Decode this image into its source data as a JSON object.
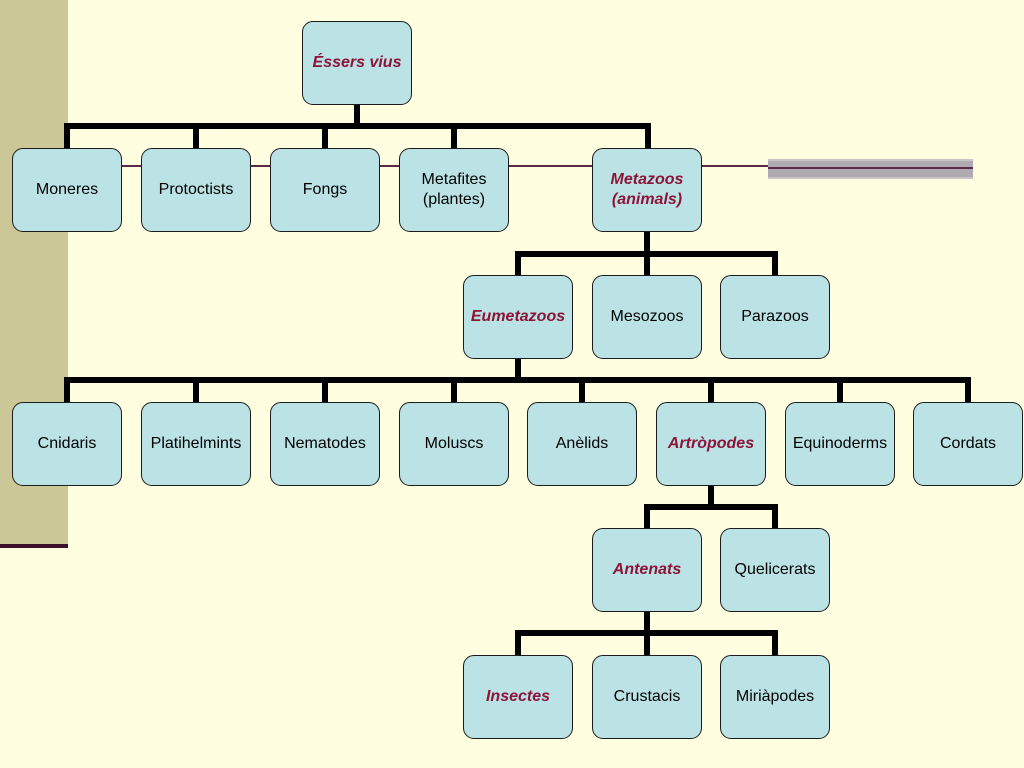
{
  "colors": {
    "background": "#FFFEE0",
    "side_band": "#CCC796",
    "node_fill": "#BBE3E6",
    "connector": "#000000",
    "highlight_text": "#8C1438"
  },
  "nodes": {
    "root": "Éssers vius",
    "moneres": "Moneres",
    "protoctists": "Protoctists",
    "fongs": "Fongs",
    "metafites": "Metafites\n(plantes)",
    "metazoos": "Metazoos\n(animals)",
    "eumetazoos": "Eumetazoos",
    "mesozoos": "Mesozoos",
    "parazoos": "Parazoos",
    "cnidaris": "Cnidaris",
    "platihelmints": "Platihelmints",
    "nematodes": "Nematodes",
    "moluscs": "Moluscs",
    "anelids": "Anèlids",
    "artropodes": "Artròpodes",
    "equinoderms": "Equinoderms",
    "cordats": "Cordats",
    "antenats": "Antenats",
    "quelicerats": "Quelicerats",
    "insectes": "Insectes",
    "crustacis": "Crustacis",
    "miriapodes": "Miriàpodes"
  },
  "highlighted_path": [
    "root",
    "metazoos",
    "eumetazoos",
    "artropodes",
    "antenats",
    "insectes"
  ]
}
